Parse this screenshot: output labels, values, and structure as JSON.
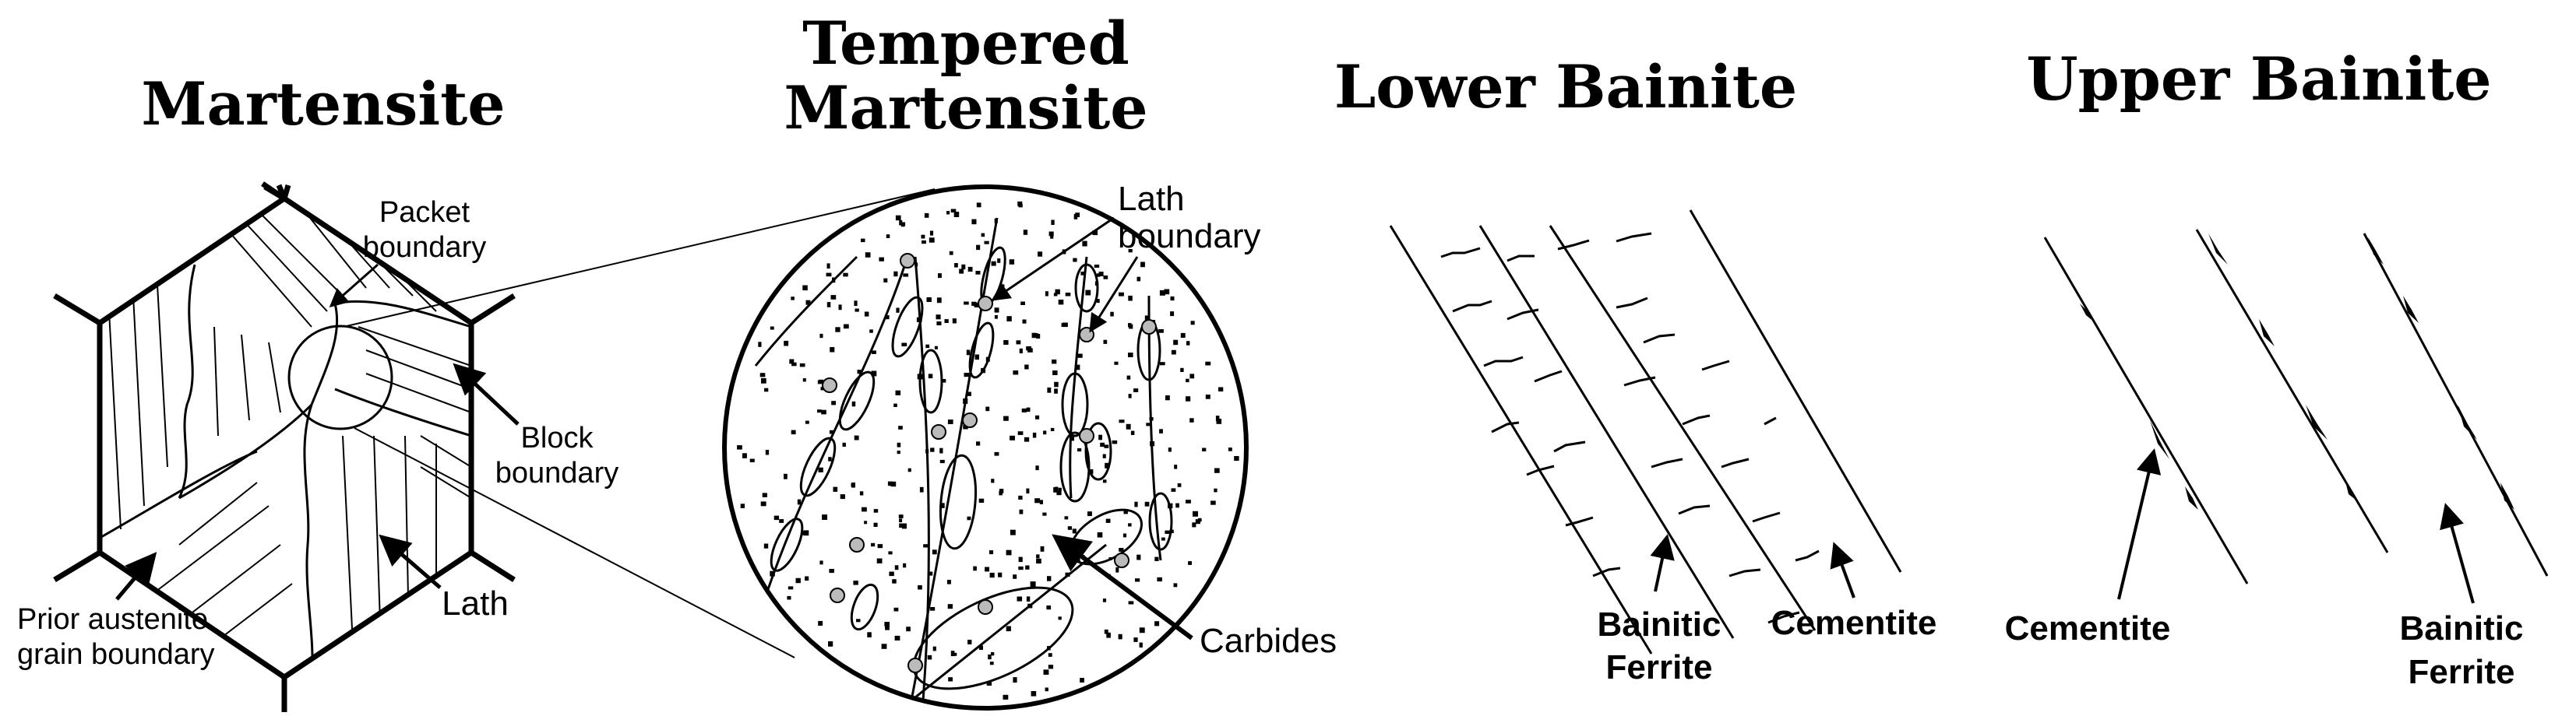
{
  "panels": {
    "martensite": {
      "title": "Martensite",
      "labels": {
        "packet_1": "Packet",
        "packet_2": "boundary",
        "block_1": "Block",
        "block_2": "boundary",
        "lath": "Lath",
        "prior_1": "Prior austenite",
        "prior_2": "grain boundary"
      }
    },
    "tempered": {
      "title_1": "Tempered",
      "title_2": "Martensite",
      "labels": {
        "lath_boundary_1": "Lath",
        "lath_boundary_2": "boundary",
        "carbides": "Carbides"
      }
    },
    "lower_bainite": {
      "title": "Lower Bainite",
      "labels": {
        "ferrite_1": "Bainitic",
        "ferrite_2": "Ferrite",
        "cementite": "Cementite"
      }
    },
    "upper_bainite": {
      "title": "Upper Bainite",
      "labels": {
        "cementite": "Cementite",
        "ferrite_1": "Bainitic",
        "ferrite_2": "Ferrite"
      }
    }
  }
}
